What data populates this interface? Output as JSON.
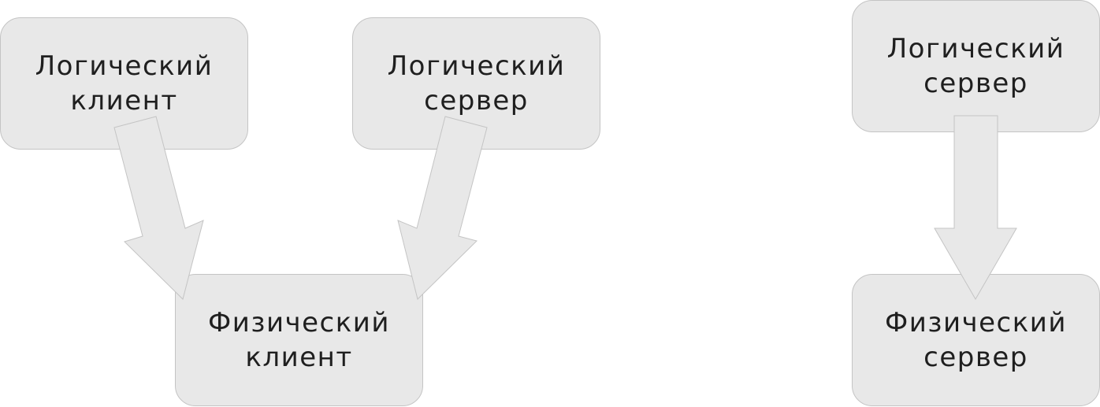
{
  "diagram": {
    "nodes": {
      "logical_client": "Логический\nклиент",
      "logical_server_left": "Логический\nсервер",
      "physical_client": "Физический\nклиент",
      "logical_server_right": "Логический\nсервер",
      "physical_server": "Физический\nсервер"
    },
    "colors": {
      "node_fill": "#e8e8e8",
      "node_border": "#c4c4c4",
      "text": "#1f1f1f"
    }
  }
}
